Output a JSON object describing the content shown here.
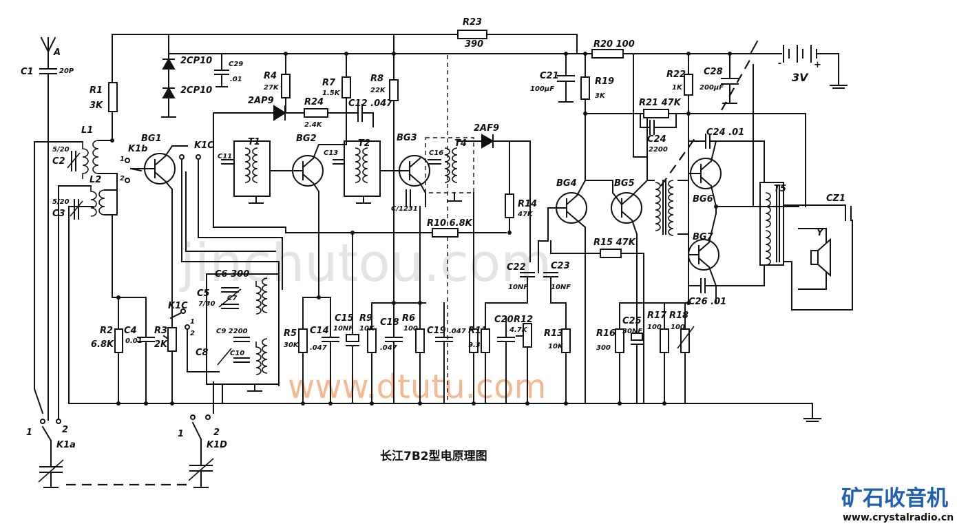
{
  "caption": "长江7B2型电原理图",
  "watermarks": {
    "primary": "jinchutou.com",
    "secondary": "www.dtutu.com"
  },
  "logo": {
    "name": "矿石收音机",
    "url": "www.crystalradio.cn",
    "color": "#1f5fb4"
  },
  "battery": "3V",
  "labels": {
    "c1": "C1",
    "c1v": "20P",
    "ant": "A",
    "r1": "R1",
    "r1v": "3K",
    "l1": "L1",
    "l2": "L2",
    "c2": "C2",
    "c2v": "5/20",
    "c3": "C3",
    "c3v": "5/20",
    "bg1": "BG1",
    "k1b": "K1b",
    "k1c": "K1C",
    "k1c2": "K1C",
    "sw1": "1",
    "sw2": "2",
    "r2": "R2",
    "r2v": "6.8K",
    "c4": "C4",
    "c4v": "0.01",
    "r3": "R3",
    "r3v": "2K",
    "c5": "C5",
    "c5v": "7/30",
    "c6": "C6 300",
    "c7": "C7",
    "c9": "C9 2200",
    "c10": "C10",
    "c8": "C8",
    "k1a": "K1a",
    "k1d": "K1D",
    "d1": "2CP10",
    "d2": "2CP10",
    "c29": "C29",
    "c29v": ".01",
    "r4": "R4",
    "r4v": "27K",
    "r24": "R24",
    "r24v": "2.4K",
    "d3": "2AP9",
    "r7": "R7",
    "r7v": "1.5K",
    "c12": "C12 .047",
    "r8": "R8",
    "r8v": "22K",
    "t1": "T1",
    "t2": "T2",
    "t4": "T4",
    "bg2": "BG2",
    "bg3": "BG3",
    "c11": "C11",
    "c13": "C13",
    "c16": "C16",
    "c1231": "C/1231",
    "d4": "2AF9",
    "r10": "R10 6.8K",
    "r14": "R14",
    "r14v": "47K",
    "r5": "R5",
    "r5v": "30K",
    "c14": "C14",
    "c14v": ".047",
    "c15": "C15",
    "c15v": "10NF",
    "r9": "R9",
    "r9v": "10K",
    "c18": "C18",
    "c18v": ".047",
    "r6": "R6",
    "r6v": "100",
    "c19": "C19",
    "c19v": ".047",
    "r11": "R11",
    "r11v": "9.3K",
    "c20": "C20",
    "r12": "R12",
    "r12v": "4.7K",
    "r13": "R13",
    "r13v": "10K",
    "c22": "C22",
    "c22v": "10NF",
    "c23": "C23",
    "c23v": "10NF",
    "r23": "R23",
    "r23v": "390",
    "r20": "R20 100",
    "c21": "C21",
    "c21v": "100µF",
    "r19": "R19",
    "r19v": "3K",
    "r22": "R22",
    "r22v": "1K",
    "c28": "C28",
    "c28v": "200µF",
    "r21": "R21 47K",
    "c24b": "C24",
    "c24bv": "2200",
    "c24": "C24 .01",
    "bg4": "BG4",
    "bg5": "BG5",
    "bg6": "BG6",
    "bg7": "BG7",
    "r15": "R15 47K",
    "t5": "T5",
    "cz1": "CZ1",
    "spk": "Y",
    "c26": "C26 .01",
    "r16": "R16",
    "r16v": "300",
    "c25": "C25",
    "c25v": "30NF",
    "r17": "R17",
    "r17v": "100",
    "r18": "R18",
    "r18v": "100",
    "plus": "+",
    "minus": "-"
  }
}
